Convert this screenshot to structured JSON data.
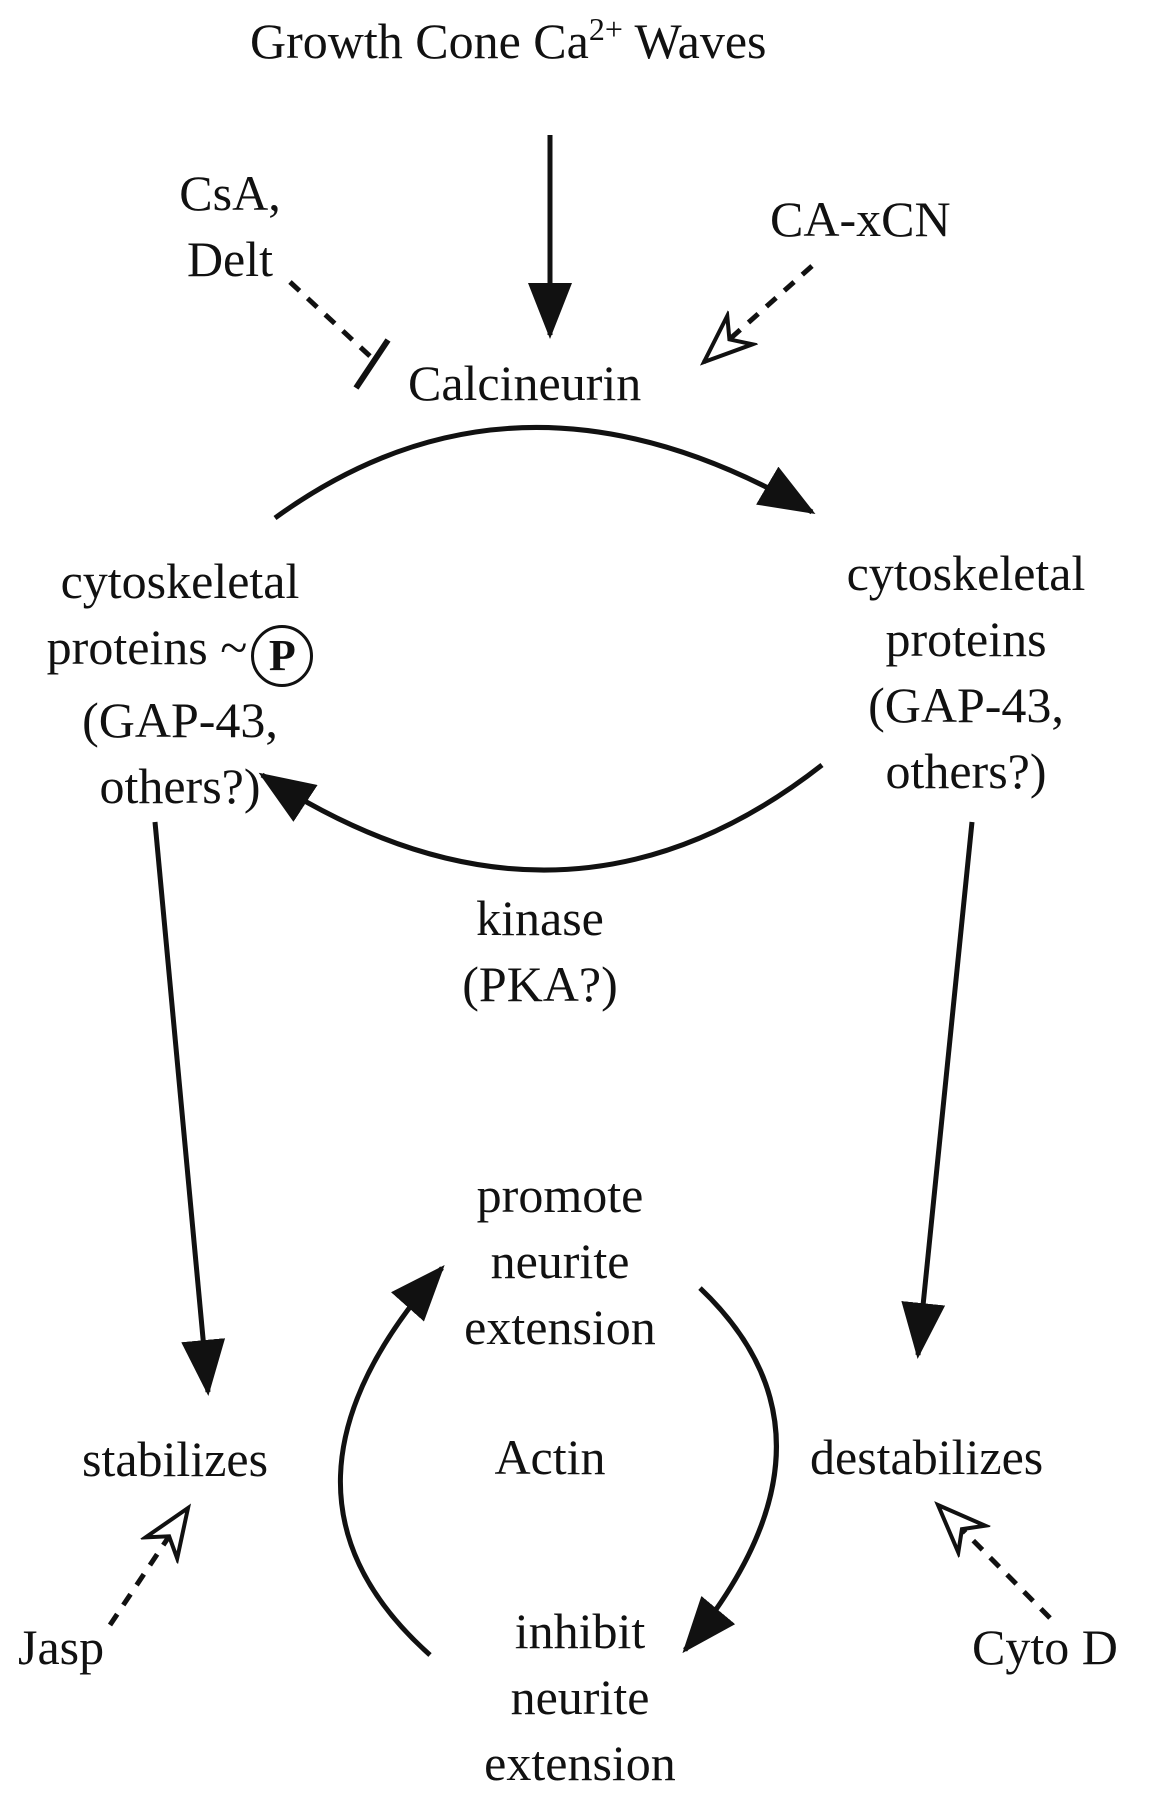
{
  "diagram": {
    "title_main": "Growth Cone Ca",
    "title_sup": "2+",
    "title_end": " Waves",
    "inhibitors": [
      "CsA,",
      "Delt"
    ],
    "activator": "CA-xCN",
    "enzyme": "Calcineurin",
    "left_state": [
      "cytoskeletal",
      "proteins ~",
      "(GAP-43,",
      "others?)"
    ],
    "phospho_symbol": "P",
    "right_state": [
      "cytoskeletal",
      "proteins",
      "(GAP-43,",
      "others?)"
    ],
    "kinase": [
      "kinase",
      "(PKA?)"
    ],
    "promote": [
      "promote",
      "neurite",
      "extension"
    ],
    "center": "Actin",
    "inhibit": [
      "inhibit",
      "neurite",
      "extension"
    ],
    "stabilizes": "stabilizes",
    "destabilizes": "destabilizes",
    "stabilizer_drug": "Jasp",
    "destabilizer_drug": "Cyto D"
  }
}
